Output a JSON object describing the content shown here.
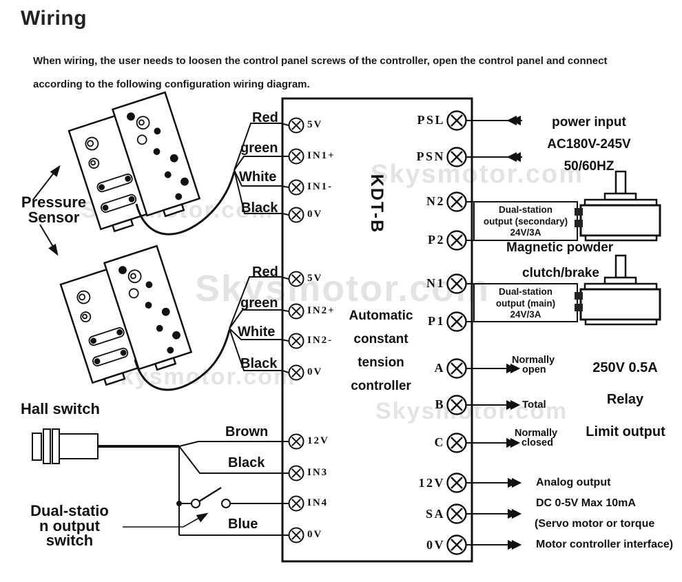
{
  "page": {
    "title": "Wiring",
    "description_line1": "When wiring, the user needs to loosen the control panel screws of the controller, open the control panel and connect",
    "description_line2": "according to the following configuration wiring diagram."
  },
  "watermark": {
    "text": "Skysmotor.com"
  },
  "controller": {
    "model": "KDT-B",
    "title_line1": "Automatic",
    "title_line2": "constant",
    "title_line3": "tension",
    "title_line4": "controller"
  },
  "components": {
    "pressure_sensor": {
      "line1": "Pressure",
      "line2": "Sensor"
    },
    "hall_switch": {
      "label": "Hall switch"
    },
    "dual_station_switch": {
      "line1": "Dual-statio",
      "line2": "n output",
      "line3": "switch"
    }
  },
  "wire_labels": {
    "group1": [
      "Red",
      "green",
      "White",
      "Black"
    ],
    "group2": [
      "Red",
      "green",
      "White",
      "Black"
    ],
    "group3": [
      "Brown",
      "Black",
      "Blue"
    ]
  },
  "terminals": {
    "left": [
      "5V",
      "IN1+",
      "IN1-",
      "0V",
      "5V",
      "IN2+",
      "IN2-",
      "0V",
      "12V",
      "IN3",
      "IN4",
      "0V"
    ],
    "right": [
      "PSL",
      "PSN",
      "N2",
      "P2",
      "N1",
      "P1",
      "A",
      "B",
      "C",
      "12V",
      "SA",
      "0V"
    ]
  },
  "annotations": {
    "power_input": {
      "line1": "power input",
      "line2": "AC180V-245V",
      "line3": "50/60HZ"
    },
    "secondary_output": {
      "line1": "Dual-station",
      "line2": "output (secondary)",
      "line3": "24V/3A"
    },
    "main_output": {
      "line1": "Dual-station",
      "line2": "output (main)",
      "line3": "24V/3A"
    },
    "clutch": {
      "line1": "Magnetic powder",
      "line2": "clutch/brake"
    },
    "relay": {
      "rating": "250V 0.5A",
      "name": "Relay",
      "output": "Limit output"
    },
    "contact_a": {
      "line1": "Normally",
      "line2": "open"
    },
    "contact_b": {
      "label": "Total"
    },
    "contact_c": {
      "line1": "Normally",
      "line2": "closed"
    },
    "analog_output": {
      "line1": "Analog output",
      "line2": "DC 0-5V Max 10mA",
      "line3": "(Servo motor or torque",
      "line4": "Motor controller interface)"
    }
  }
}
